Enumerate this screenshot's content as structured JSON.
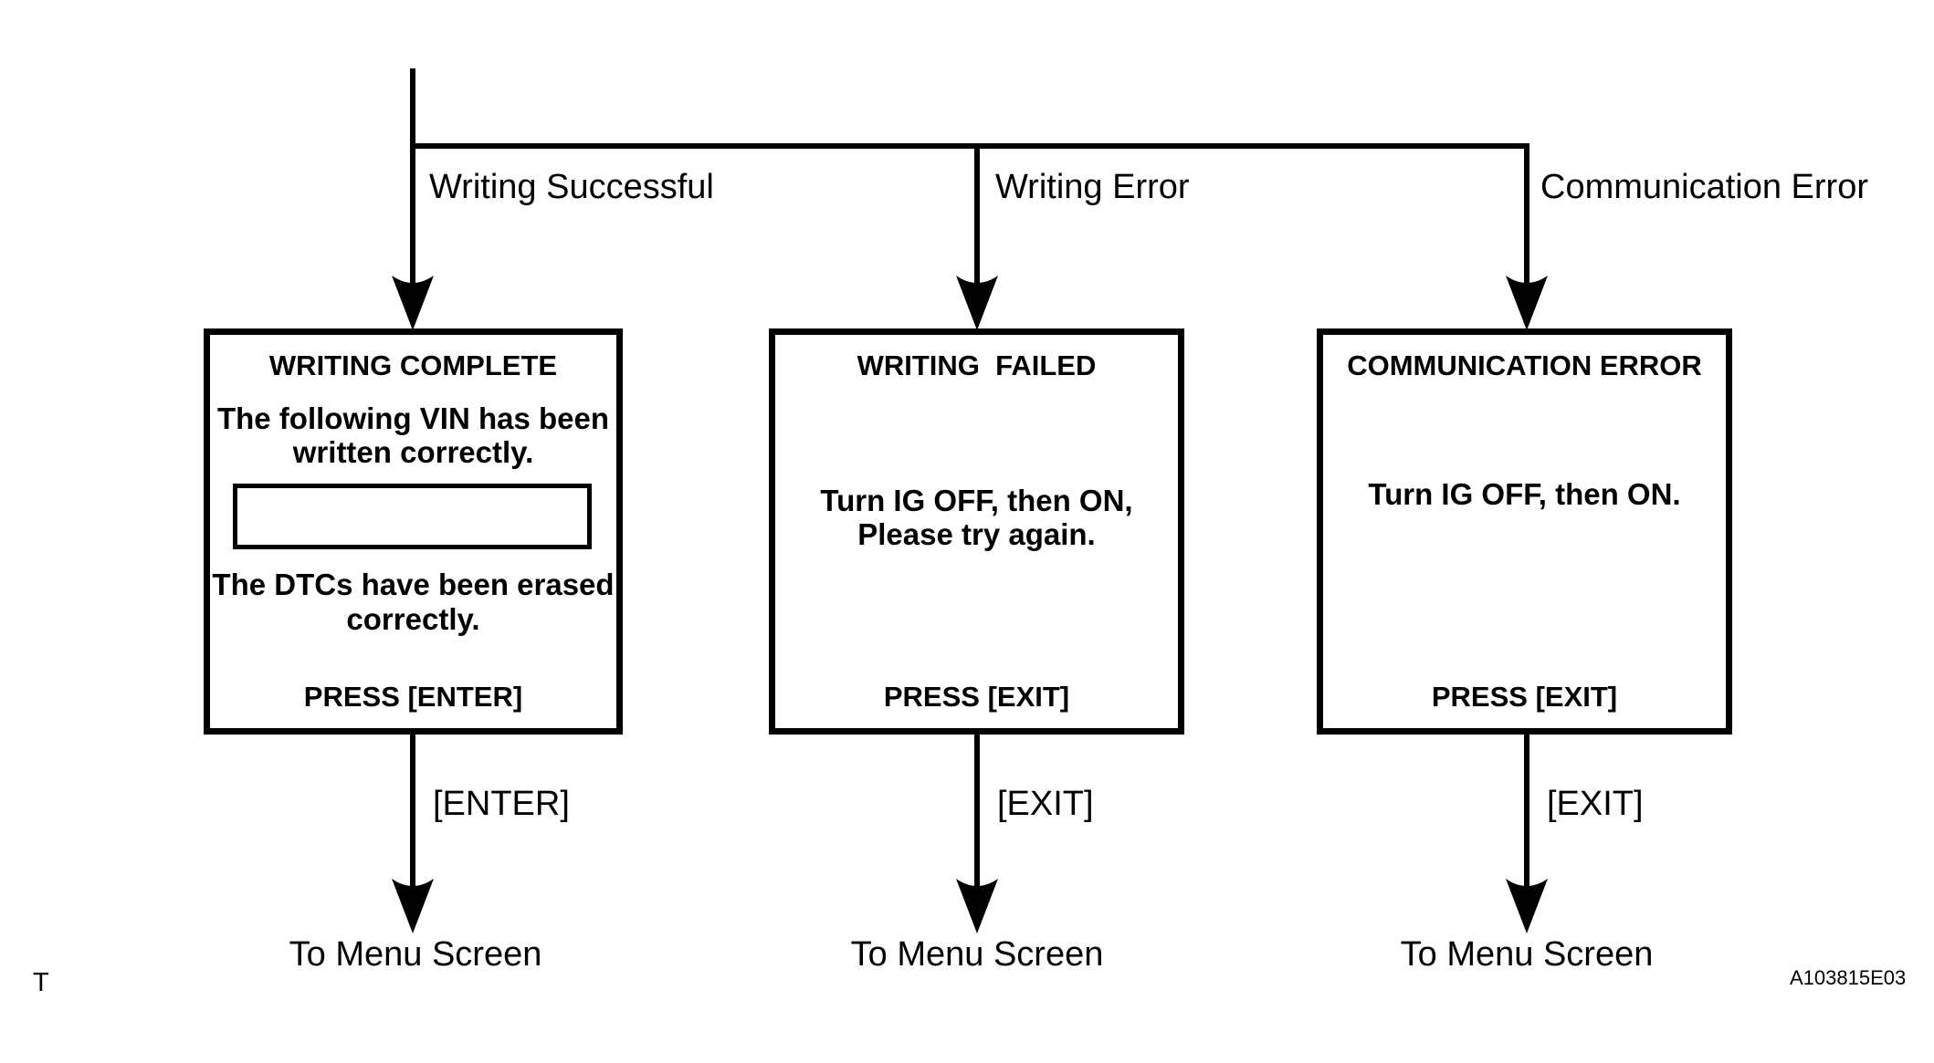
{
  "figure": {
    "branches": [
      {
        "condition": "Writing Successful",
        "screen": {
          "title": "WRITING COMPLETE",
          "line1": "The following VIN has been",
          "line2": "written correctly.",
          "line3": "The DTCs have been erased",
          "line4": "correctly.",
          "press": "PRESS [ENTER]"
        },
        "key": "[ENTER]",
        "destination": "To Menu Screen"
      },
      {
        "condition": "Writing Error",
        "screen": {
          "title": "WRITING  FAILED",
          "line1": "Turn IG OFF, then ON,",
          "line2": "Please try again.",
          "press": "PRESS [EXIT]"
        },
        "key": "[EXIT]",
        "destination": "To Menu Screen"
      },
      {
        "condition": "Communication Error",
        "screen": {
          "title": "COMMUNICATION ERROR",
          "line1": "Turn IG OFF, then ON.",
          "press": "PRESS [EXIT]"
        },
        "key": "[EXIT]",
        "destination": "To Menu Screen"
      }
    ],
    "page_marker": "T",
    "figure_code": "A103815E03",
    "line_color": "#000000"
  }
}
